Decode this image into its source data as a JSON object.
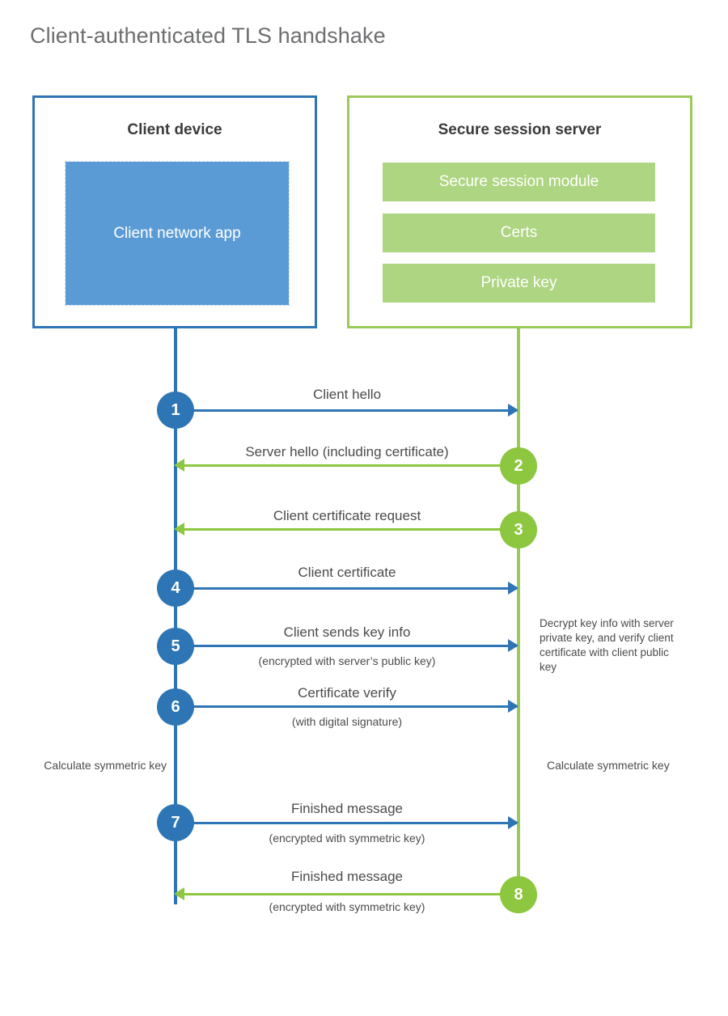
{
  "title": "Client-authenticated TLS handshake",
  "colors": {
    "client_blue": "#2e75b6",
    "client_app_fill": "#5b9bd5",
    "server_green": "#8dc63f",
    "server_border_green": "#9bca5b",
    "server_bar_fill": "#aed581",
    "title_gray": "#6d6e70",
    "text_gray": "#4b4b4b"
  },
  "client": {
    "title": "Client device",
    "app_label": "Client network app"
  },
  "server": {
    "title": "Secure session server",
    "components": [
      {
        "label": "Secure session module"
      },
      {
        "label": "Certs"
      },
      {
        "label": "Private key"
      }
    ]
  },
  "messages": [
    {
      "number": "1",
      "label": "Client hello",
      "sublabel": "",
      "direction": "client-to-server",
      "color": "blue"
    },
    {
      "number": "2",
      "label": "Server hello (including certificate)",
      "sublabel": "",
      "direction": "server-to-client",
      "color": "green"
    },
    {
      "number": "3",
      "label": "Client certificate request",
      "sublabel": "",
      "direction": "server-to-client",
      "color": "green"
    },
    {
      "number": "4",
      "label": "Client certificate",
      "sublabel": "",
      "direction": "client-to-server",
      "color": "blue"
    },
    {
      "number": "5",
      "label": "Client sends key info",
      "sublabel": "(encrypted with server’s public key)",
      "direction": "client-to-server",
      "color": "blue"
    },
    {
      "number": "6",
      "label": "Certificate verify",
      "sublabel": "(with digital signature)",
      "direction": "client-to-server",
      "color": "blue"
    },
    {
      "number": "7",
      "label": "Finished message",
      "sublabel": "(encrypted with symmetric key)",
      "direction": "client-to-server",
      "color": "blue"
    },
    {
      "number": "8",
      "label": "Finished message",
      "sublabel": "(encrypted with symmetric key)",
      "direction": "server-to-client",
      "color": "green"
    }
  ],
  "notes": {
    "server_decrypt": "Decrypt key info with server private key, and verify client certificate with client public key",
    "client_symmetric_key": "Calculate symmetric key",
    "server_symmetric_key": "Calculate symmetric key"
  }
}
